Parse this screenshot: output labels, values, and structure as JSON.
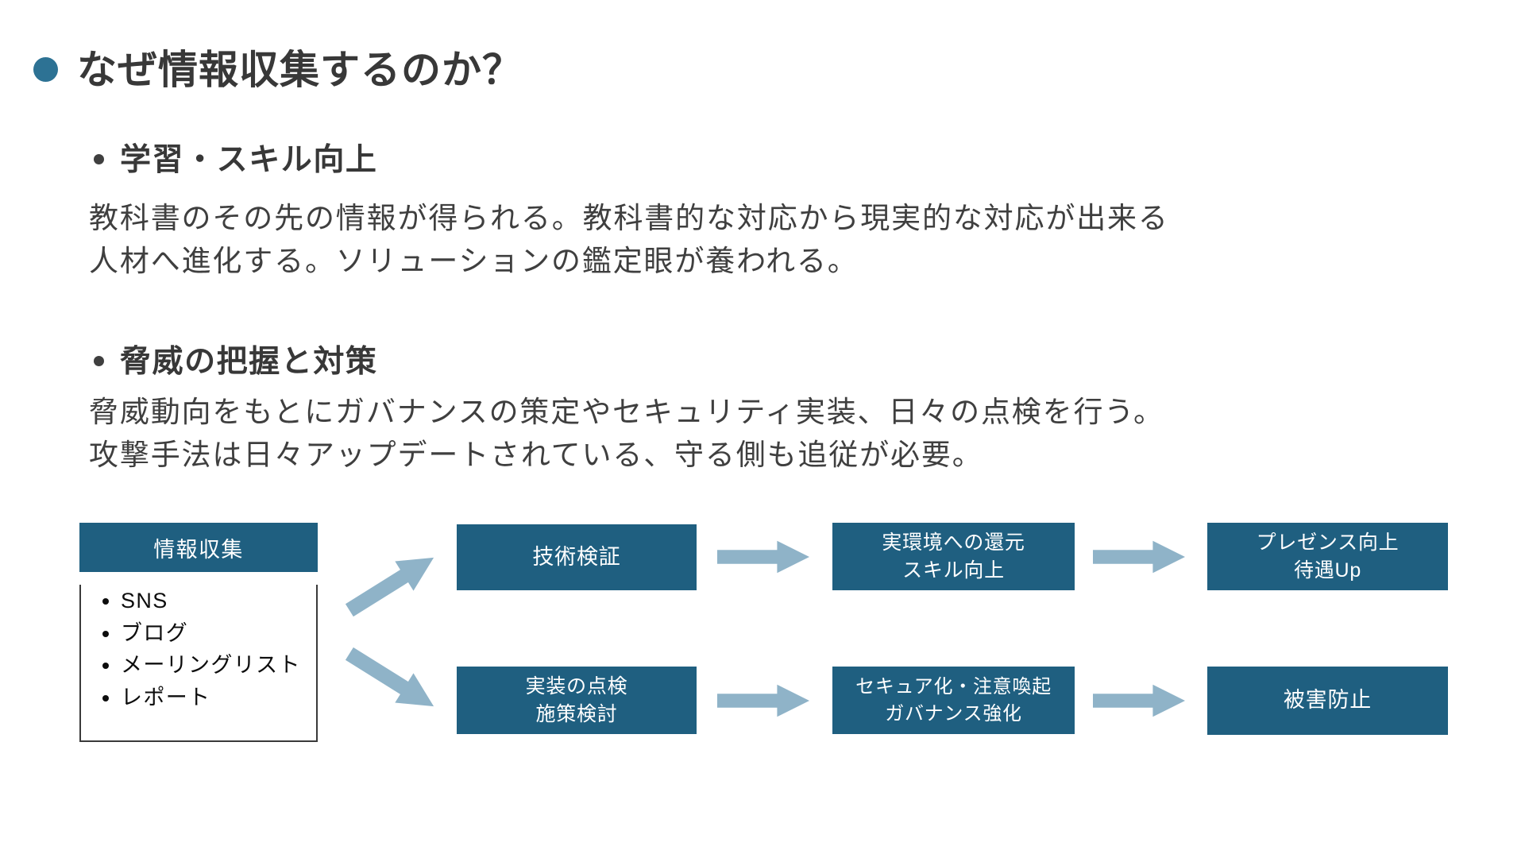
{
  "colors": {
    "box_fill": "#1f5f80",
    "arrow": "#8fb3c8",
    "title_bullet": "#2d7294",
    "text": "#3f3f3f"
  },
  "slide": {
    "title": "なぜ情報収集するのか？",
    "sections": [
      {
        "heading": "学習・スキル向上",
        "body_lines": [
          "教科書のその先の情報が得られる。教科書的な対応から現実的な対応が出来る",
          "人材へ進化する。ソリューションの鑑定眼が養われる。"
        ]
      },
      {
        "heading": "脅威の把握と対策",
        "body_lines": [
          "脅威動向をもとにガバナンスの策定やセキュリティ実装、日々の点検を行う。",
          "攻撃手法は日々アップデートされている、守る側も追従が必要。"
        ]
      }
    ]
  },
  "diagram": {
    "source_box": {
      "header": "情報収集",
      "items": [
        "SNS",
        "ブログ",
        "メーリングリスト",
        "レポート"
      ]
    },
    "flow_top": [
      {
        "line1": "技術検証"
      },
      {
        "line1": "実環境への還元",
        "line2": "スキル向上"
      },
      {
        "line1": "プレゼンス向上",
        "line2": "待遇Up"
      }
    ],
    "flow_bottom": [
      {
        "line1": "実装の点検",
        "line2": "施策検討"
      },
      {
        "line1": "セキュア化・注意喚起",
        "line2": "ガバナンス強化"
      },
      {
        "line1": "被害防止"
      }
    ]
  }
}
